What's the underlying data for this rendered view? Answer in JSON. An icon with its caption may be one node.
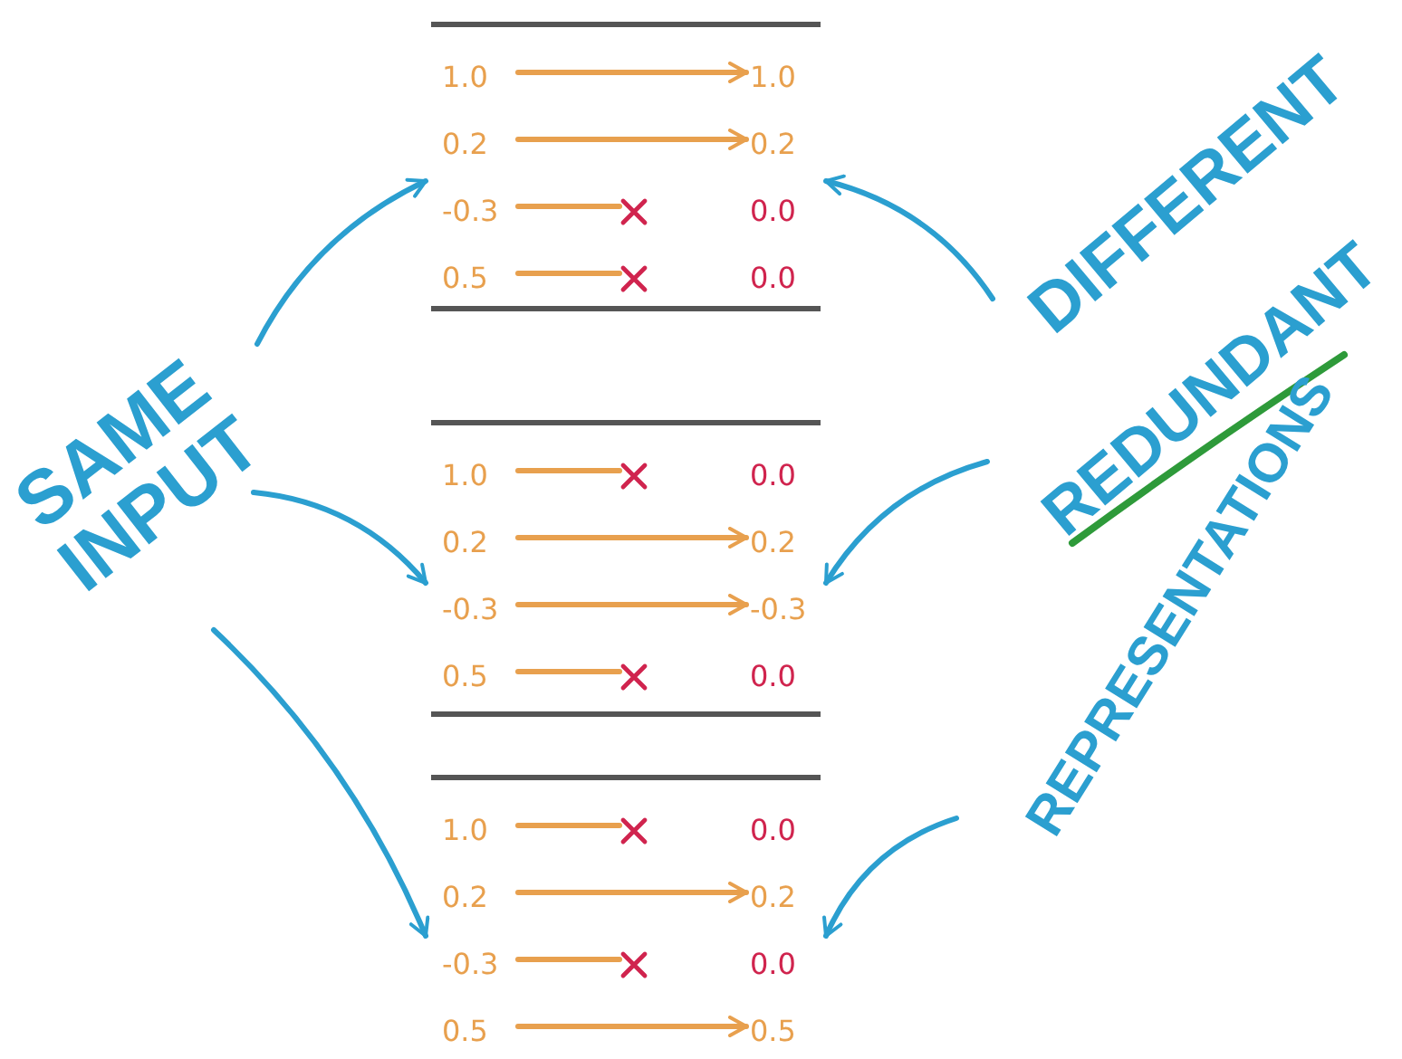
{
  "diagram": {
    "nodes": [
      {
        "text": [
          "SAME INPUT"
        ]
      },
      {
        "text": [
          "DIFFERENT",
          "REDUNDANT",
          "REPRESENTATIONS"
        ]
      },
      {
        "text": [],
        "shape": "band"
      },
      {
        "text": [
          "1.0"
        ],
        "in": 2
      },
      {
        "text": [
          "1.0"
        ],
        "in": 2
      },
      {
        "text": [
          "0.2"
        ],
        "in": 2
      },
      {
        "text": [
          "0.2"
        ],
        "in": 2
      },
      {
        "text": [
          "-0.3"
        ],
        "in": 2
      },
      {
        "text": [],
        "shape": "cross",
        "in": 2
      },
      {
        "text": [
          "0.0"
        ],
        "in": 2
      },
      {
        "text": [
          "0.5"
        ],
        "in": 2
      },
      {
        "text": [],
        "shape": "cross",
        "in": 2
      },
      {
        "text": [
          "0.0"
        ],
        "in": 2
      },
      {
        "text": [],
        "shape": "band"
      },
      {
        "text": [
          "1.0"
        ],
        "in": 13
      },
      {
        "text": [],
        "shape": "cross",
        "in": 13
      },
      {
        "text": [
          "0.0"
        ],
        "in": 13
      },
      {
        "text": [
          "0.2"
        ],
        "in": 13
      },
      {
        "text": [
          "0.2"
        ],
        "in": 13
      },
      {
        "text": [
          "-0.3"
        ],
        "in": 13
      },
      {
        "text": [
          "-0.3"
        ],
        "in": 13
      },
      {
        "text": [
          "0.5"
        ],
        "in": 13
      },
      {
        "text": [],
        "shape": "cross",
        "in": 13
      },
      {
        "text": [
          "0.0"
        ],
        "in": 13
      },
      {
        "text": [],
        "shape": "band"
      },
      {
        "text": [
          "1.0"
        ],
        "in": 24
      },
      {
        "text": [],
        "shape": "cross",
        "in": 24
      },
      {
        "text": [
          "0.0"
        ],
        "in": 24
      },
      {
        "text": [
          "0.2"
        ],
        "in": 24
      },
      {
        "text": [
          "0.2"
        ],
        "in": 24
      },
      {
        "text": [
          "-0.3"
        ],
        "in": 24
      },
      {
        "text": [],
        "shape": "cross",
        "in": 24
      },
      {
        "text": [
          "0.0"
        ],
        "in": 24
      },
      {
        "text": [
          "0.5"
        ],
        "in": 24
      },
      {
        "text": [
          "0.5"
        ],
        "in": 24
      }
    ],
    "edges": [
      {
        "from": 0,
        "to": 2,
        "arrow": "to",
        "color": "#2b9fd0"
      },
      {
        "from": 0,
        "to": 13,
        "arrow": "to",
        "color": "#2b9fd0"
      },
      {
        "from": 0,
        "to": 24,
        "arrow": "to",
        "color": "#2b9fd0"
      },
      {
        "from": 1,
        "to": 2,
        "arrow": "to",
        "color": "#2b9fd0"
      },
      {
        "from": 1,
        "to": 13,
        "arrow": "to",
        "color": "#2b9fd0"
      },
      {
        "from": 1,
        "to": 24,
        "arrow": "to",
        "color": "#2b9fd0"
      },
      {
        "from": 3,
        "to": 4,
        "arrow": "to"
      },
      {
        "from": 5,
        "to": 6,
        "arrow": "to"
      },
      {
        "from": 7,
        "to": 8,
        "arrow": "none"
      },
      {
        "from": 10,
        "to": 11,
        "arrow": "none"
      },
      {
        "from": 14,
        "to": 15,
        "arrow": "none"
      },
      {
        "from": 17,
        "to": 18,
        "arrow": "to"
      },
      {
        "from": 19,
        "to": 20,
        "arrow": "to"
      },
      {
        "from": 21,
        "to": 22,
        "arrow": "none"
      },
      {
        "from": 25,
        "to": 26,
        "arrow": "none"
      },
      {
        "from": 28,
        "to": 29,
        "arrow": "to"
      },
      {
        "from": 30,
        "to": 31,
        "arrow": "none"
      },
      {
        "from": 33,
        "to": 34,
        "arrow": "to"
      }
    ]
  }
}
